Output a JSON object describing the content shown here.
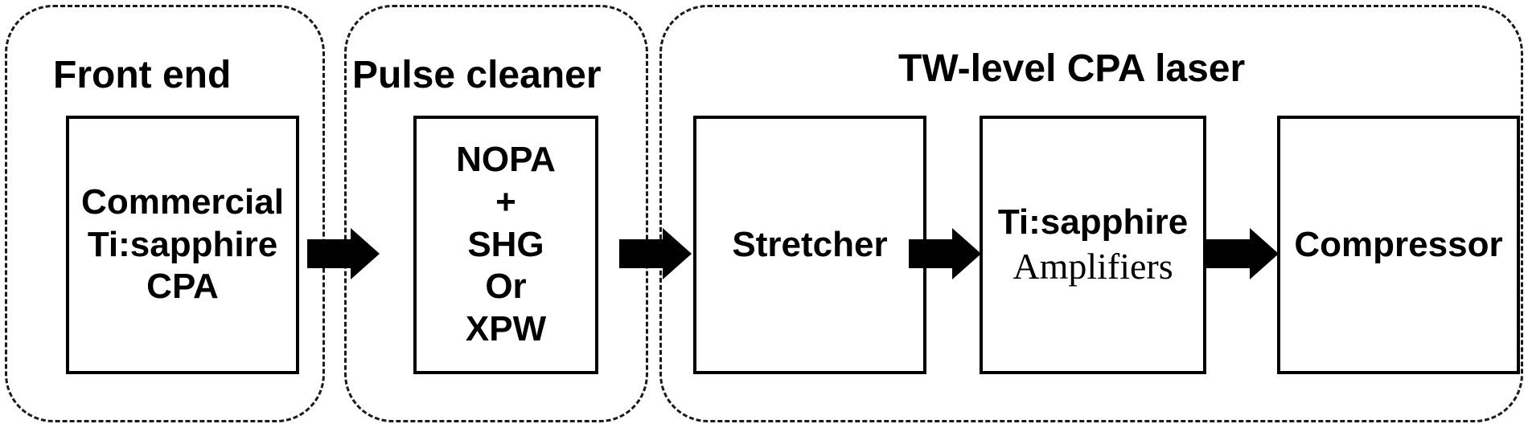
{
  "groups": [
    {
      "id": "front-end",
      "title": "Front end"
    },
    {
      "id": "pulse-cleaner",
      "title": "Pulse cleaner"
    },
    {
      "id": "cpa-laser",
      "title": "TW-level CPA laser"
    }
  ],
  "boxes": {
    "front_end": [
      "Commercial",
      "Ti:sapphire",
      "CPA"
    ],
    "pulse_cleaner": [
      "NOPA",
      "+",
      "SHG",
      "Or",
      "XPW"
    ],
    "stretcher": [
      "Stretcher"
    ],
    "amplifiers": [
      "Ti:sapphire",
      "Amplifiers"
    ],
    "compressor": [
      "Compressor"
    ]
  },
  "colors": {
    "stroke": "#000000",
    "dash": "#1a1a1a",
    "background": "#ffffff"
  }
}
